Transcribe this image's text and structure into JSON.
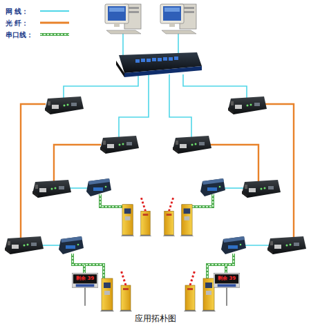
{
  "diagram": {
    "caption": "应用拓朴图",
    "labels": [
      "剩余 39",
      "剩余 39"
    ],
    "legend": [
      {
        "text": "网 线："
      },
      {
        "text": "光 纤："
      },
      {
        "text": "串口线："
      }
    ]
  }
}
